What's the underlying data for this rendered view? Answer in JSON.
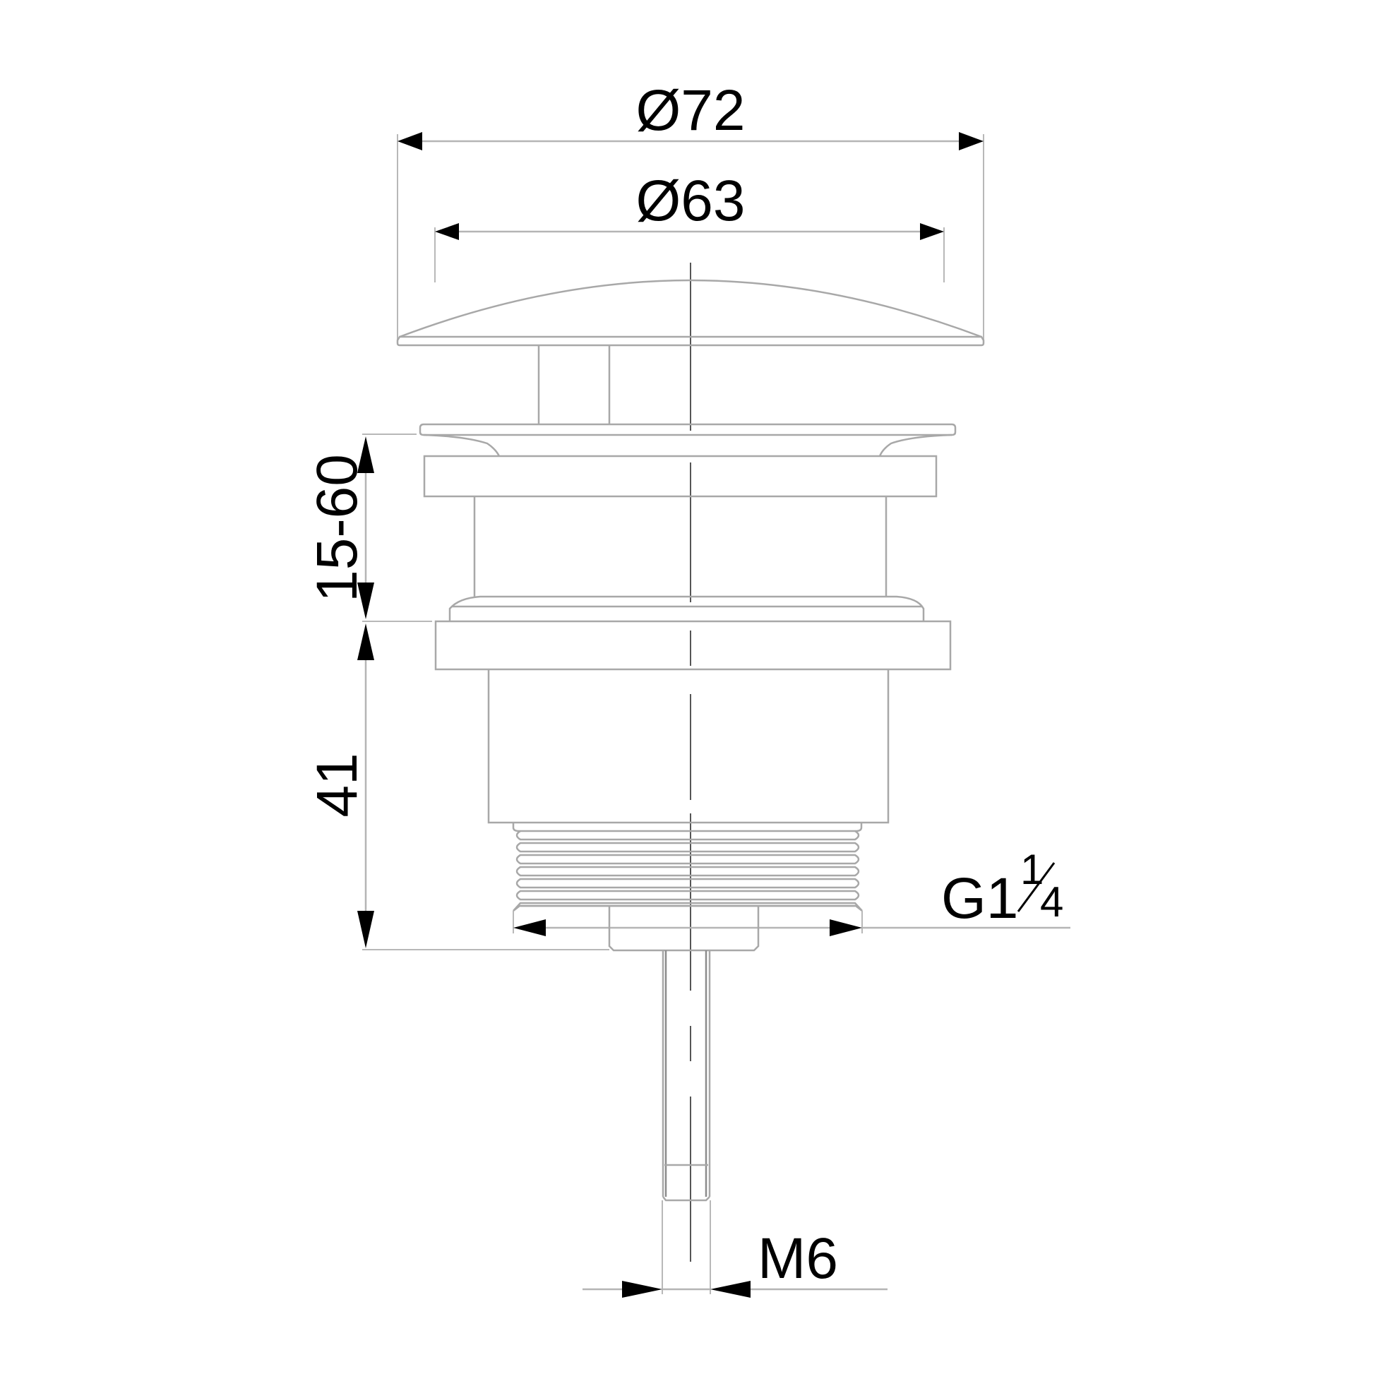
{
  "drawing": {
    "title": "Pop-up waste technical drawing",
    "colors": {
      "background": "#ffffff",
      "outline": "#a8a8a8",
      "dimension_line": "#b5b5b5",
      "text_and_arrows": "#000000"
    },
    "dimensions": {
      "cap_outer_diameter": {
        "label": "Ø72",
        "symbol": "Ø",
        "value": "72"
      },
      "cap_inner_diameter": {
        "label": "Ø63",
        "symbol": "Ø",
        "value": "63"
      },
      "adjustment_range": {
        "label": "15-60",
        "orientation": "vertical"
      },
      "body_height": {
        "label": "41",
        "orientation": "vertical"
      },
      "thread_size": {
        "label": "G1",
        "fraction_numerator": "1",
        "fraction_denominator": "4",
        "full": "G1¼"
      },
      "rod_thread": {
        "label": "M6"
      }
    },
    "parts": [
      "domed-cap",
      "cap-stem",
      "flange-plate",
      "upper-body",
      "lower-flange",
      "main-body",
      "threaded-section",
      "bottom-spigot",
      "threaded-rod"
    ]
  }
}
